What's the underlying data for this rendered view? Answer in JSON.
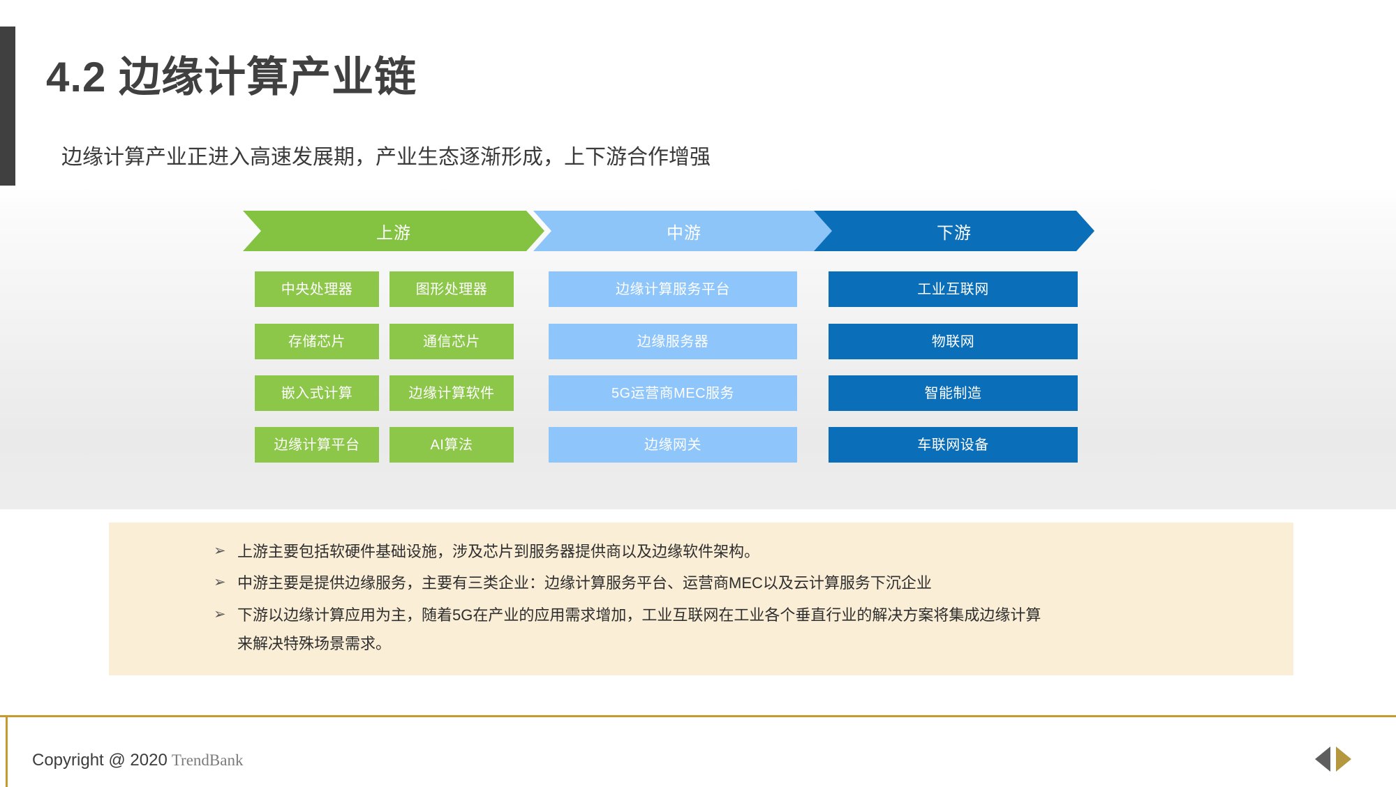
{
  "header": {
    "title": "4.2 边缘计算产业链",
    "subtitle": "边缘计算产业正进入高速发展期，产业生态逐渐形成，上下游合作增强"
  },
  "colors": {
    "upstream": "#8cc74a",
    "midstream": "#8ec5fa",
    "downstream": "#0a6eb8",
    "accent_bar": "#404040",
    "notes_bg": "#fbeed6",
    "footer_rule": "#c69b2e",
    "nav_prev": "#5e5e5e",
    "nav_next": "#b5973f"
  },
  "chain": {
    "stages": [
      {
        "key": "upstream",
        "label": "上游",
        "color": "#8cc74a",
        "layout": "two-column",
        "items": [
          "中央处理器",
          "图形处理器",
          "存储芯片",
          "通信芯片",
          "嵌入式计算",
          "边缘计算软件",
          "边缘计算平台",
          "AI算法"
        ]
      },
      {
        "key": "midstream",
        "label": "中游",
        "color": "#8ec5fa",
        "layout": "one-column",
        "items": [
          "边缘计算服务平台",
          "边缘服务器",
          "5G运营商MEC服务",
          "边缘网关"
        ]
      },
      {
        "key": "downstream",
        "label": "下游",
        "color": "#0a6eb8",
        "layout": "one-column",
        "items": [
          "工业互联网",
          "物联网",
          "智能制造",
          "车联网设备"
        ]
      }
    ]
  },
  "notes": {
    "marker": "➢",
    "items": [
      {
        "line1": "上游主要包括软硬件基础设施，涉及芯片到服务器提供商以及边缘软件架构。",
        "line2": ""
      },
      {
        "line1": "中游主要是提供边缘服务，主要有三类企业：边缘计算服务平台、运营商MEC以及云计算服务下沉企业",
        "line2": ""
      },
      {
        "line1": "下游以边缘计算应用为主，随着5G在产业的应用需求增加，工业互联网在工业各个垂直行业的解决方案将集成边缘计算",
        "line2": "来解决特殊场景需求。"
      }
    ]
  },
  "footer": {
    "copyright": "Copyright @ 2020",
    "brand": "TrendBank",
    "nav_prev_icon": "triangle-left-icon",
    "nav_next_icon": "triangle-right-icon"
  }
}
